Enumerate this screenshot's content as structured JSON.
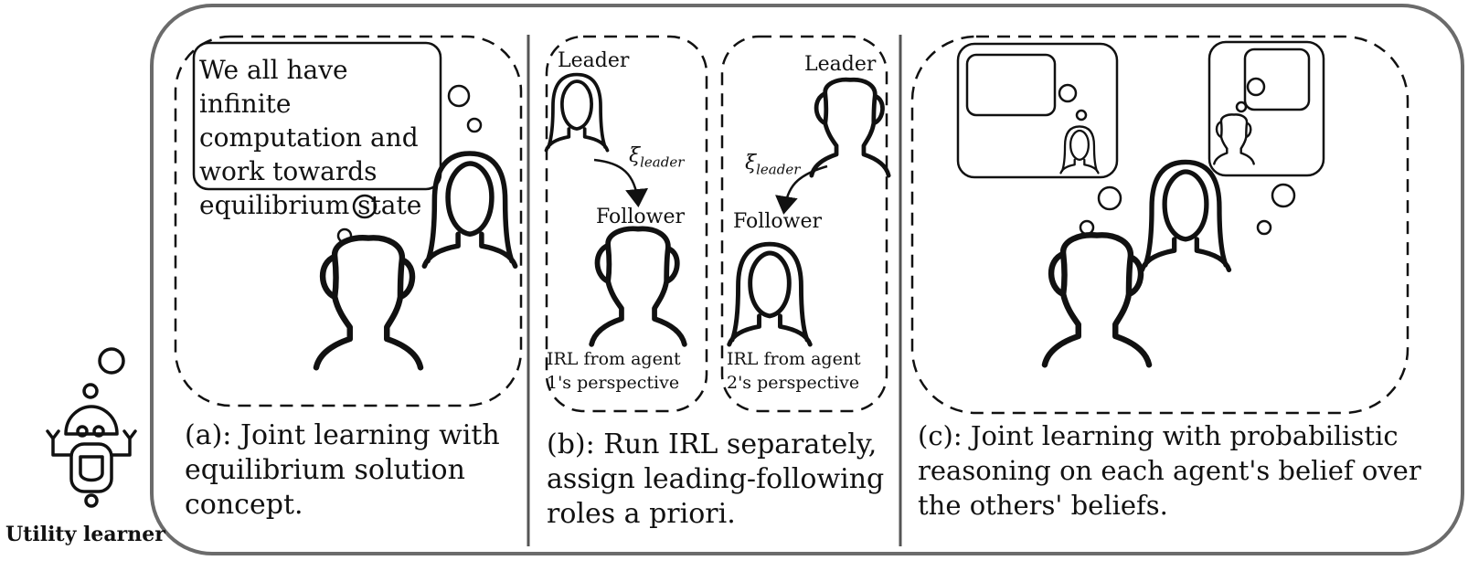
{
  "robot": {
    "label": "Utility learner",
    "icon": "robot-icon"
  },
  "panel_a": {
    "caption_lines": [
      "(a): Joint learning with",
      "equilibrium solution",
      "concept."
    ],
    "speech_lines": [
      "We all have infinite",
      "computation and",
      "work towards",
      "equilibrium state"
    ]
  },
  "panel_b": {
    "caption_lines": [
      "(b): Run IRL separately,",
      "assign leading-following",
      "roles a priori."
    ],
    "left": {
      "leader_label": "Leader",
      "follower_label": "Follower",
      "xi_symbol": "ξ",
      "xi_sub": "leader",
      "irl_lines": [
        "IRL from agent",
        "1's perspective"
      ]
    },
    "right": {
      "leader_label": "Leader",
      "follower_label": "Follower",
      "xi_symbol": "ξ",
      "xi_sub": "leader",
      "irl_lines": [
        "IRL from agent",
        "2's perspective"
      ]
    }
  },
  "panel_c": {
    "caption_lines": [
      "(c): Joint learning with probabilistic",
      "reasoning on each agent's belief over",
      "the others' beliefs."
    ]
  },
  "colors": {
    "outline": "#6b6b6b",
    "ink": "#111111",
    "divider": "#555555"
  }
}
